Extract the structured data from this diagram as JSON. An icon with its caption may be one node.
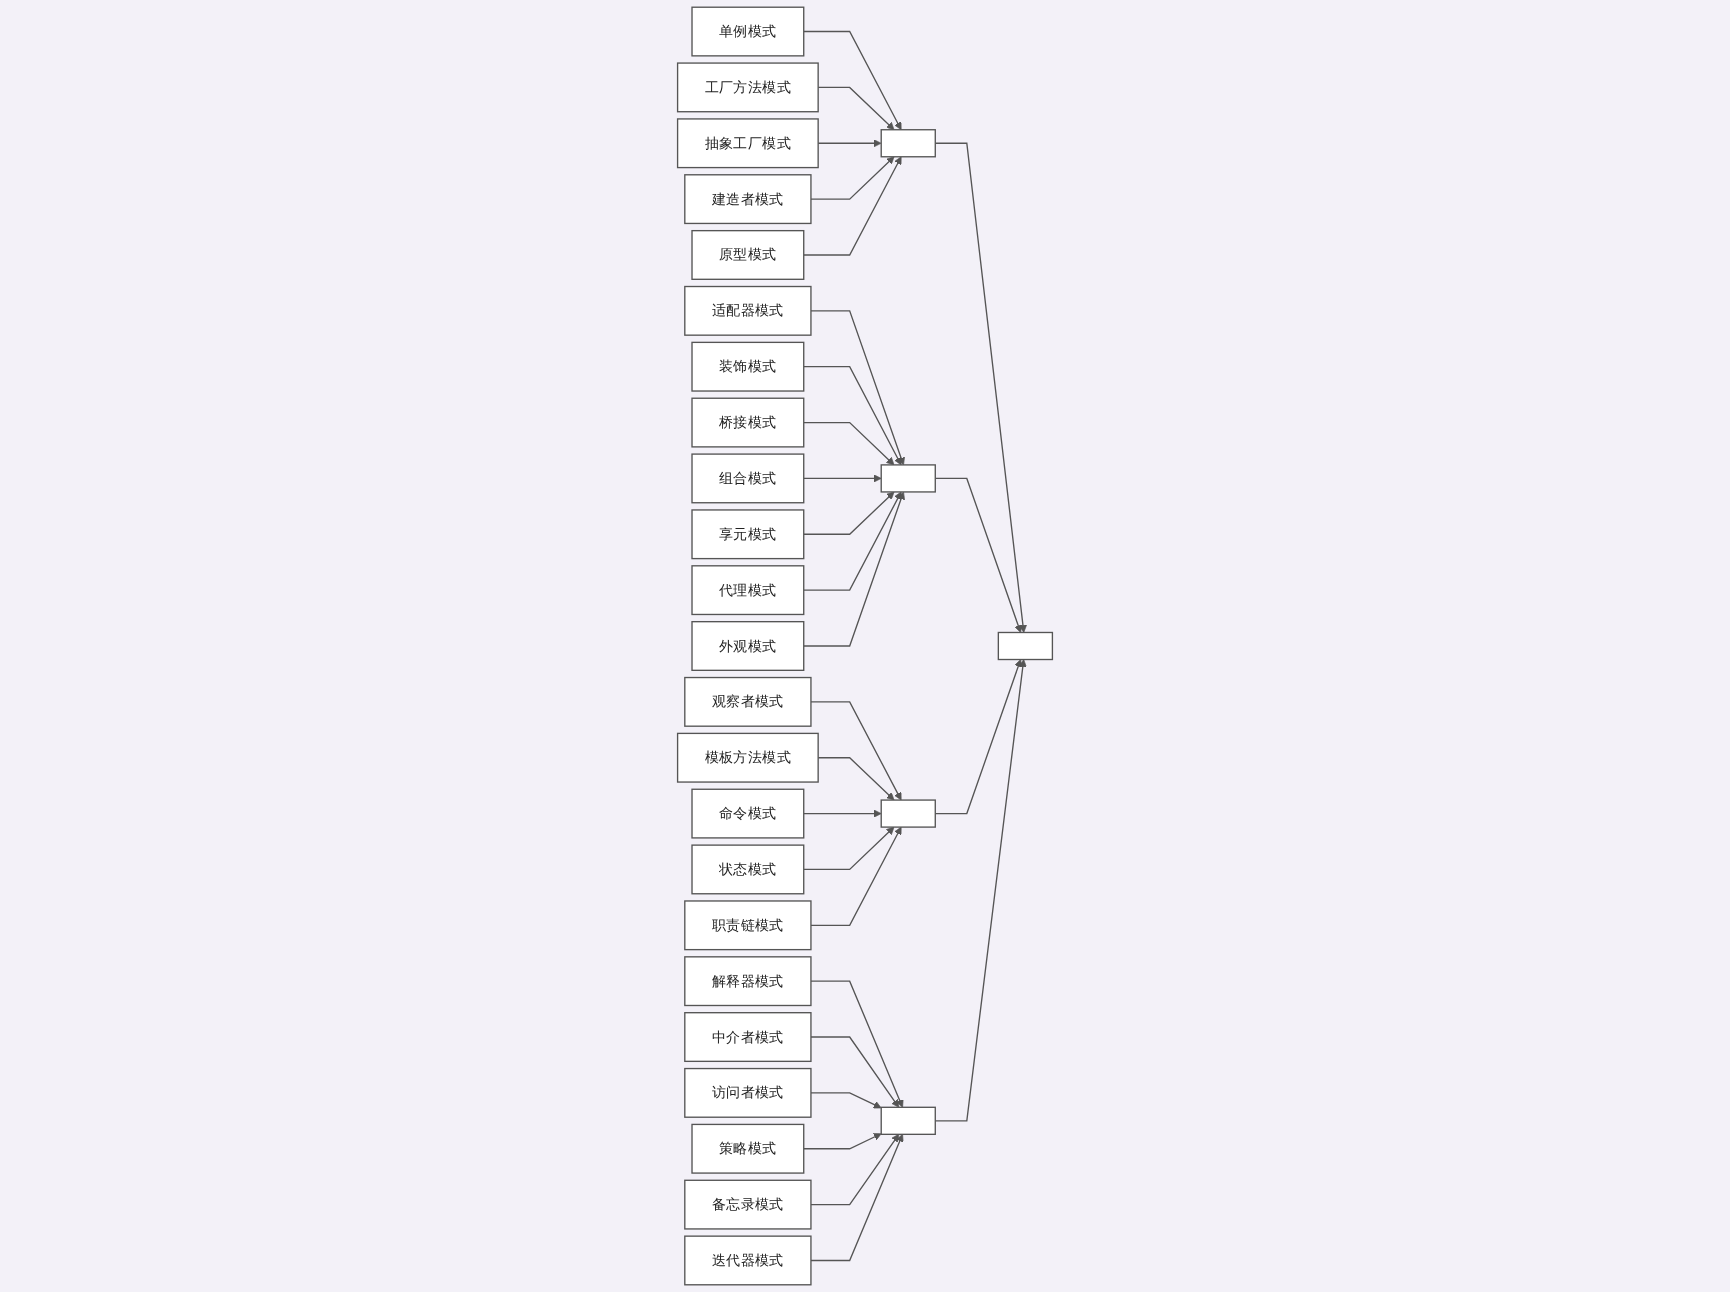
{
  "diagram": {
    "nodes": [
      {
        "text": [
          "单例模式"
        ]
      },
      {
        "text": [
          "工厂方法模式"
        ]
      },
      {
        "text": [
          "抽象工厂模式"
        ]
      },
      {
        "text": [
          "建造者模式"
        ]
      },
      {
        "text": [
          "原型模式"
        ]
      },
      {
        "text": [
          "适配器模式"
        ]
      },
      {
        "text": [
          "装饰模式"
        ]
      },
      {
        "text": [
          "桥接模式"
        ]
      },
      {
        "text": [
          "组合模式"
        ]
      },
      {
        "text": [
          "享元模式"
        ]
      },
      {
        "text": [
          "代理模式"
        ]
      },
      {
        "text": [
          "外观模式"
        ]
      },
      {
        "text": [],
        "shape": "box"
      },
      {
        "text": [],
        "shape": "box"
      },
      {
        "text": [],
        "shape": "box"
      },
      {
        "text": [],
        "shape": "box"
      },
      {
        "text": [],
        "shape": "box"
      },
      {
        "text": [
          "观察者模式"
        ]
      },
      {
        "text": [
          "模板方法模式"
        ]
      },
      {
        "text": [
          "命令模式"
        ]
      },
      {
        "text": [
          "状态模式"
        ]
      },
      {
        "text": [
          "职责链模式"
        ]
      },
      {
        "text": [
          "解释器模式"
        ]
      },
      {
        "text": [
          "中介者模式"
        ]
      },
      {
        "text": [
          "访问者模式"
        ]
      },
      {
        "text": [
          "策略模式"
        ]
      },
      {
        "text": [
          "备忘录模式"
        ]
      },
      {
        "text": [
          "迭代器模式"
        ]
      }
    ],
    "edges": [
      {
        "from": 0,
        "to": 12,
        "arrow": "to"
      },
      {
        "from": 1,
        "to": 12,
        "arrow": "to"
      },
      {
        "from": 2,
        "to": 12,
        "arrow": "to"
      },
      {
        "from": 3,
        "to": 12,
        "arrow": "to"
      },
      {
        "from": 4,
        "to": 12,
        "arrow": "to"
      },
      {
        "from": 5,
        "to": 13,
        "arrow": "to"
      },
      {
        "from": 6,
        "to": 13,
        "arrow": "to"
      },
      {
        "from": 7,
        "to": 13,
        "arrow": "to"
      },
      {
        "from": 8,
        "to": 13,
        "arrow": "to"
      },
      {
        "from": 9,
        "to": 13,
        "arrow": "to"
      },
      {
        "from": 10,
        "to": 13,
        "arrow": "to"
      },
      {
        "from": 11,
        "to": 13,
        "arrow": "to"
      },
      {
        "from": 12,
        "to": 14,
        "arrow": "to"
      },
      {
        "from": 13,
        "to": 14,
        "arrow": "to"
      },
      {
        "from": 15,
        "to": 14,
        "arrow": "to"
      },
      {
        "from": 16,
        "to": 14,
        "arrow": "to"
      },
      {
        "from": 17,
        "to": 15,
        "arrow": "to"
      },
      {
        "from": 18,
        "to": 15,
        "arrow": "to"
      },
      {
        "from": 19,
        "to": 15,
        "arrow": "to"
      },
      {
        "from": 20,
        "to": 15,
        "arrow": "to"
      },
      {
        "from": 21,
        "to": 15,
        "arrow": "to"
      },
      {
        "from": 22,
        "to": 16,
        "arrow": "to"
      },
      {
        "from": 23,
        "to": 16,
        "arrow": "to"
      },
      {
        "from": 24,
        "to": 16,
        "arrow": "to"
      },
      {
        "from": 25,
        "to": 16,
        "arrow": "to"
      },
      {
        "from": 26,
        "to": 16,
        "arrow": "to"
      },
      {
        "from": 27,
        "to": 16,
        "arrow": "to"
      }
    ]
  }
}
